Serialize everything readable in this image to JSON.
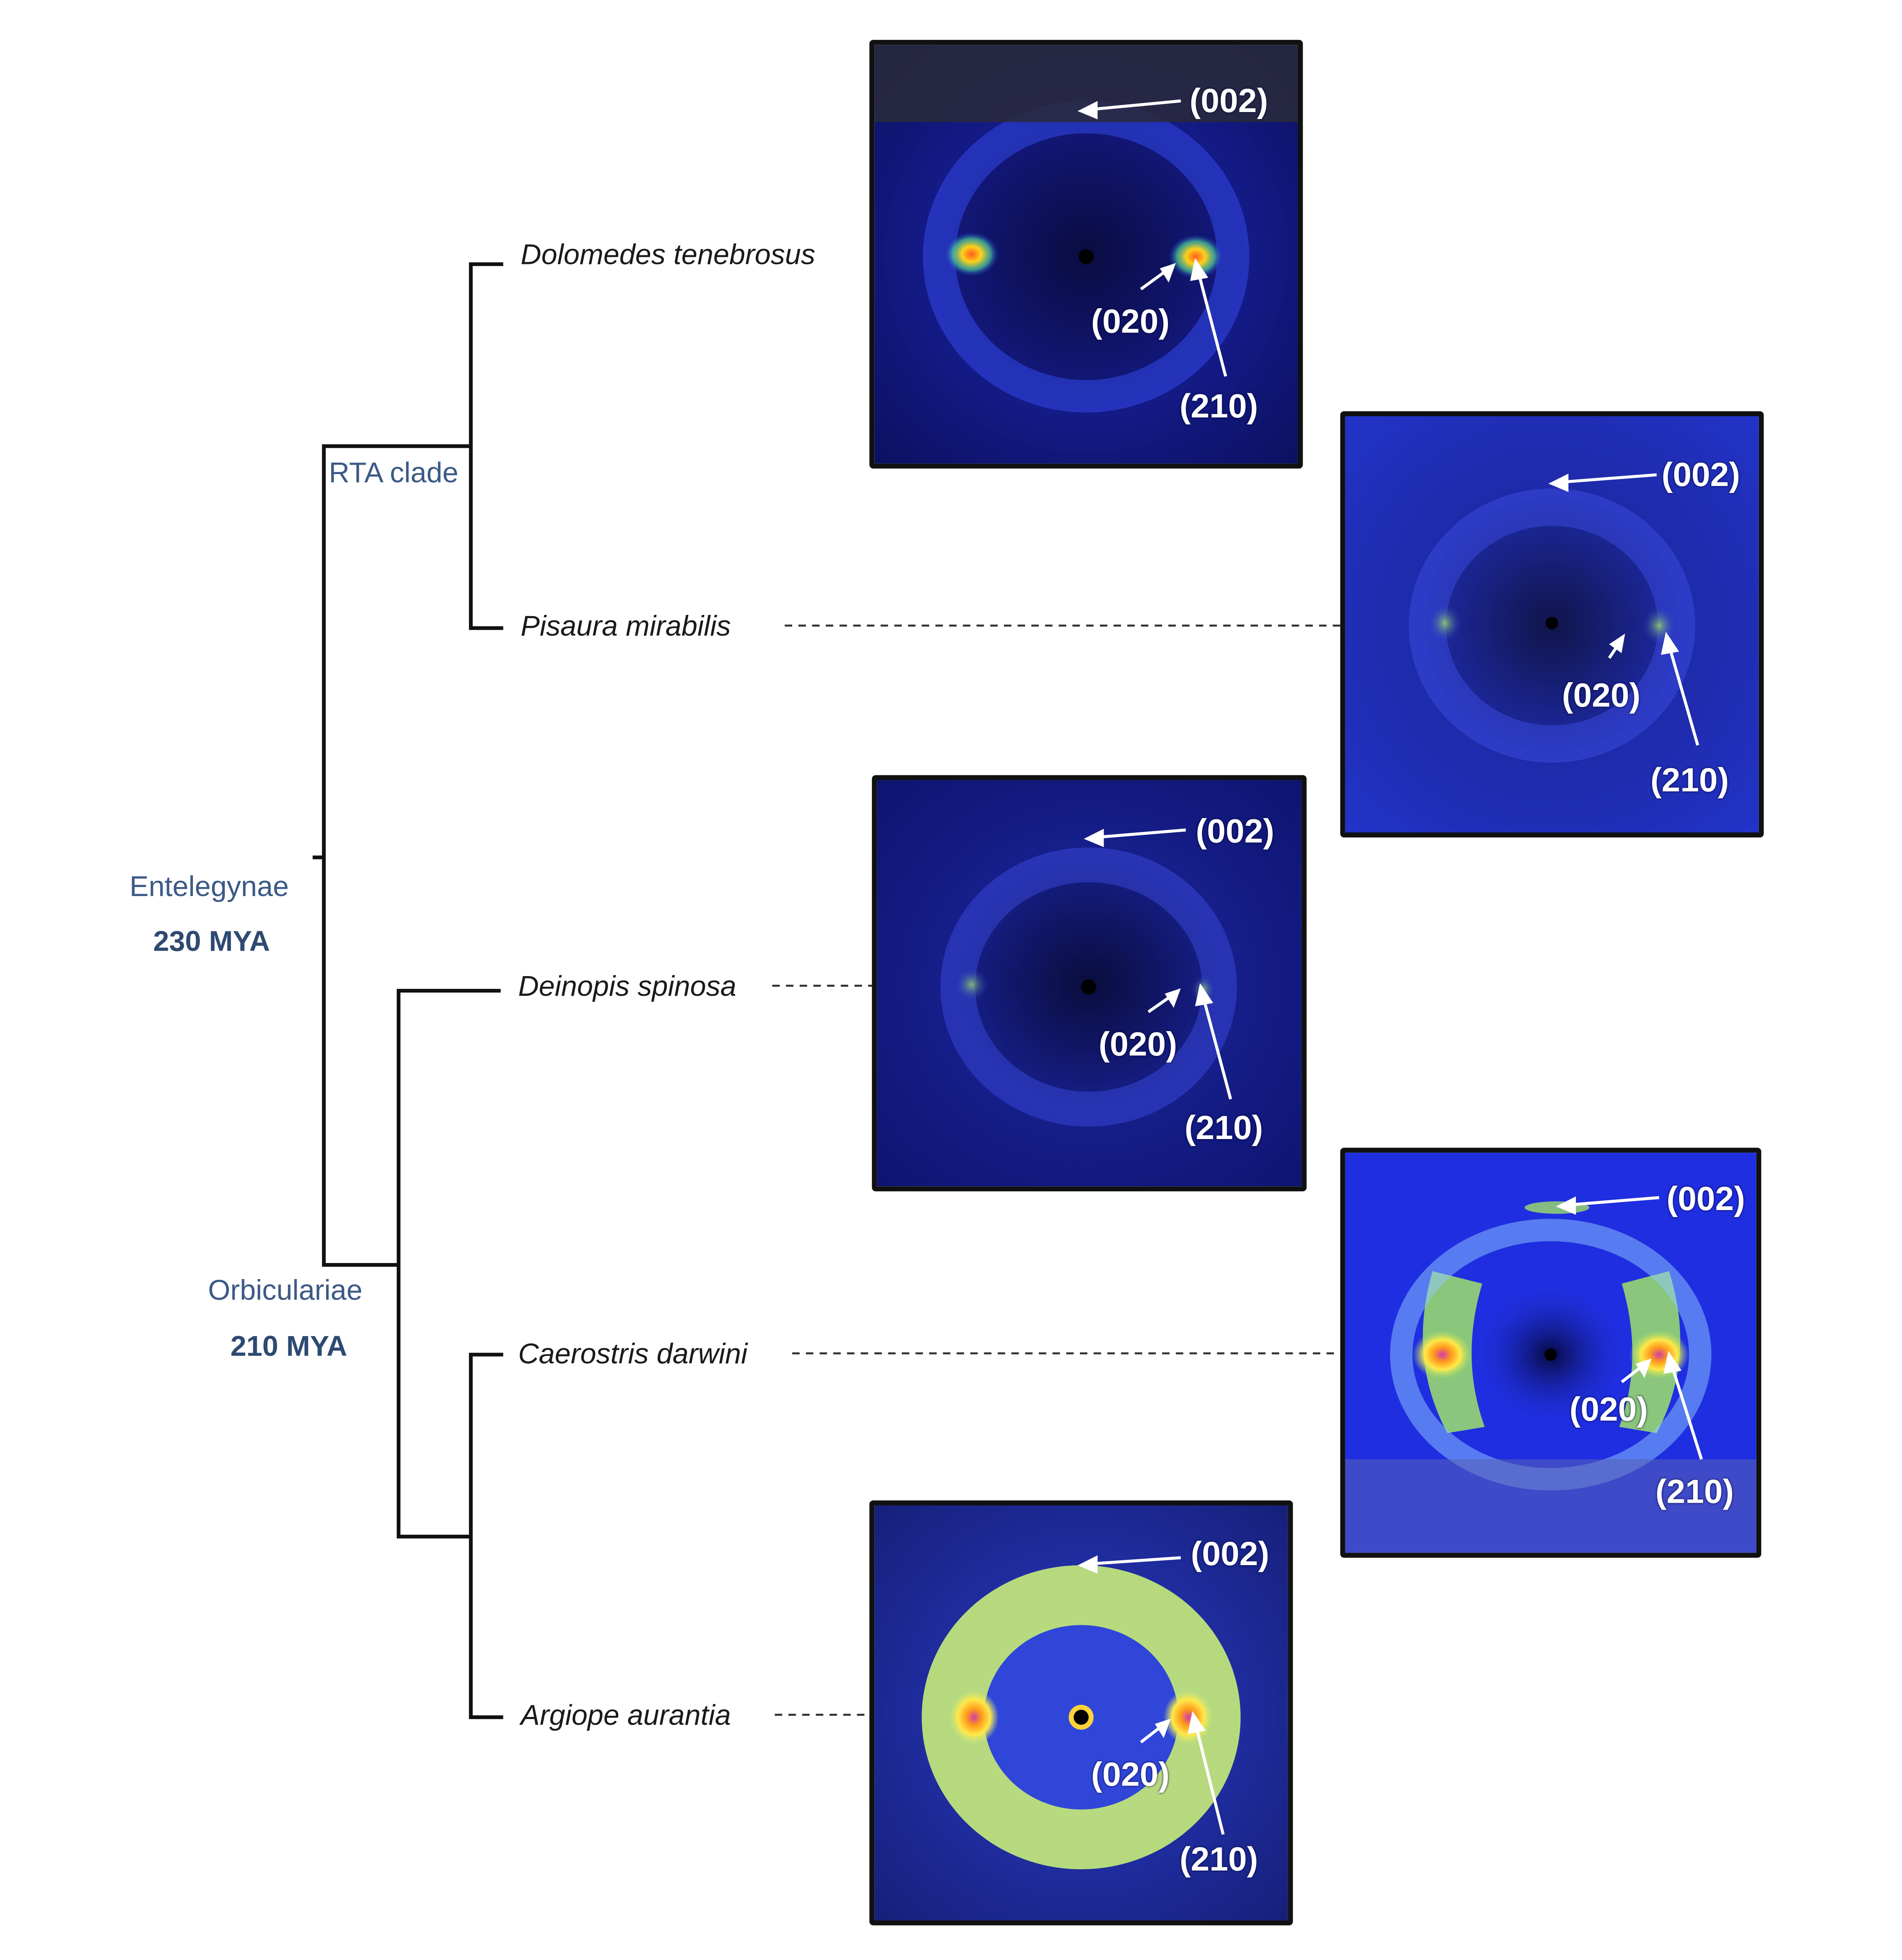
{
  "tree": {
    "clades": [
      {
        "name": "Entelegynae",
        "age": "230 MYA"
      },
      {
        "name": "RTA clade"
      },
      {
        "name": "Orbiculariae",
        "age": "210 MYA"
      }
    ],
    "species": [
      "Dolomedes tenebrosus",
      "Pisaura mirabilis",
      "Deinopis spinosa",
      "Caerostris darwini",
      "Argiope aurantia"
    ]
  },
  "panels": [
    {
      "species": "Dolomedes tenebrosus",
      "reflections": [
        "(002)",
        "(020)",
        "(210)"
      ]
    },
    {
      "species": "Pisaura mirabilis",
      "reflections": [
        "(002)",
        "(020)",
        "(210)"
      ]
    },
    {
      "species": "Deinopis spinosa",
      "reflections": [
        "(002)",
        "(020)",
        "(210)"
      ]
    },
    {
      "species": "Caerostris darwini",
      "reflections": [
        "(002)",
        "(020)",
        "(210)"
      ]
    },
    {
      "species": "Argiope aurantia",
      "reflections": [
        "(002)",
        "(020)",
        "(210)"
      ]
    }
  ],
  "colors": {
    "line": "#111111",
    "clade_text": "#3b5a86",
    "age_text": "#2e4a72",
    "diffraction_background": "#1f2cc4",
    "ring_green": "#9ee06a",
    "peak_orange": "#ff9a1a",
    "peak_magenta": "#d23ca8"
  }
}
